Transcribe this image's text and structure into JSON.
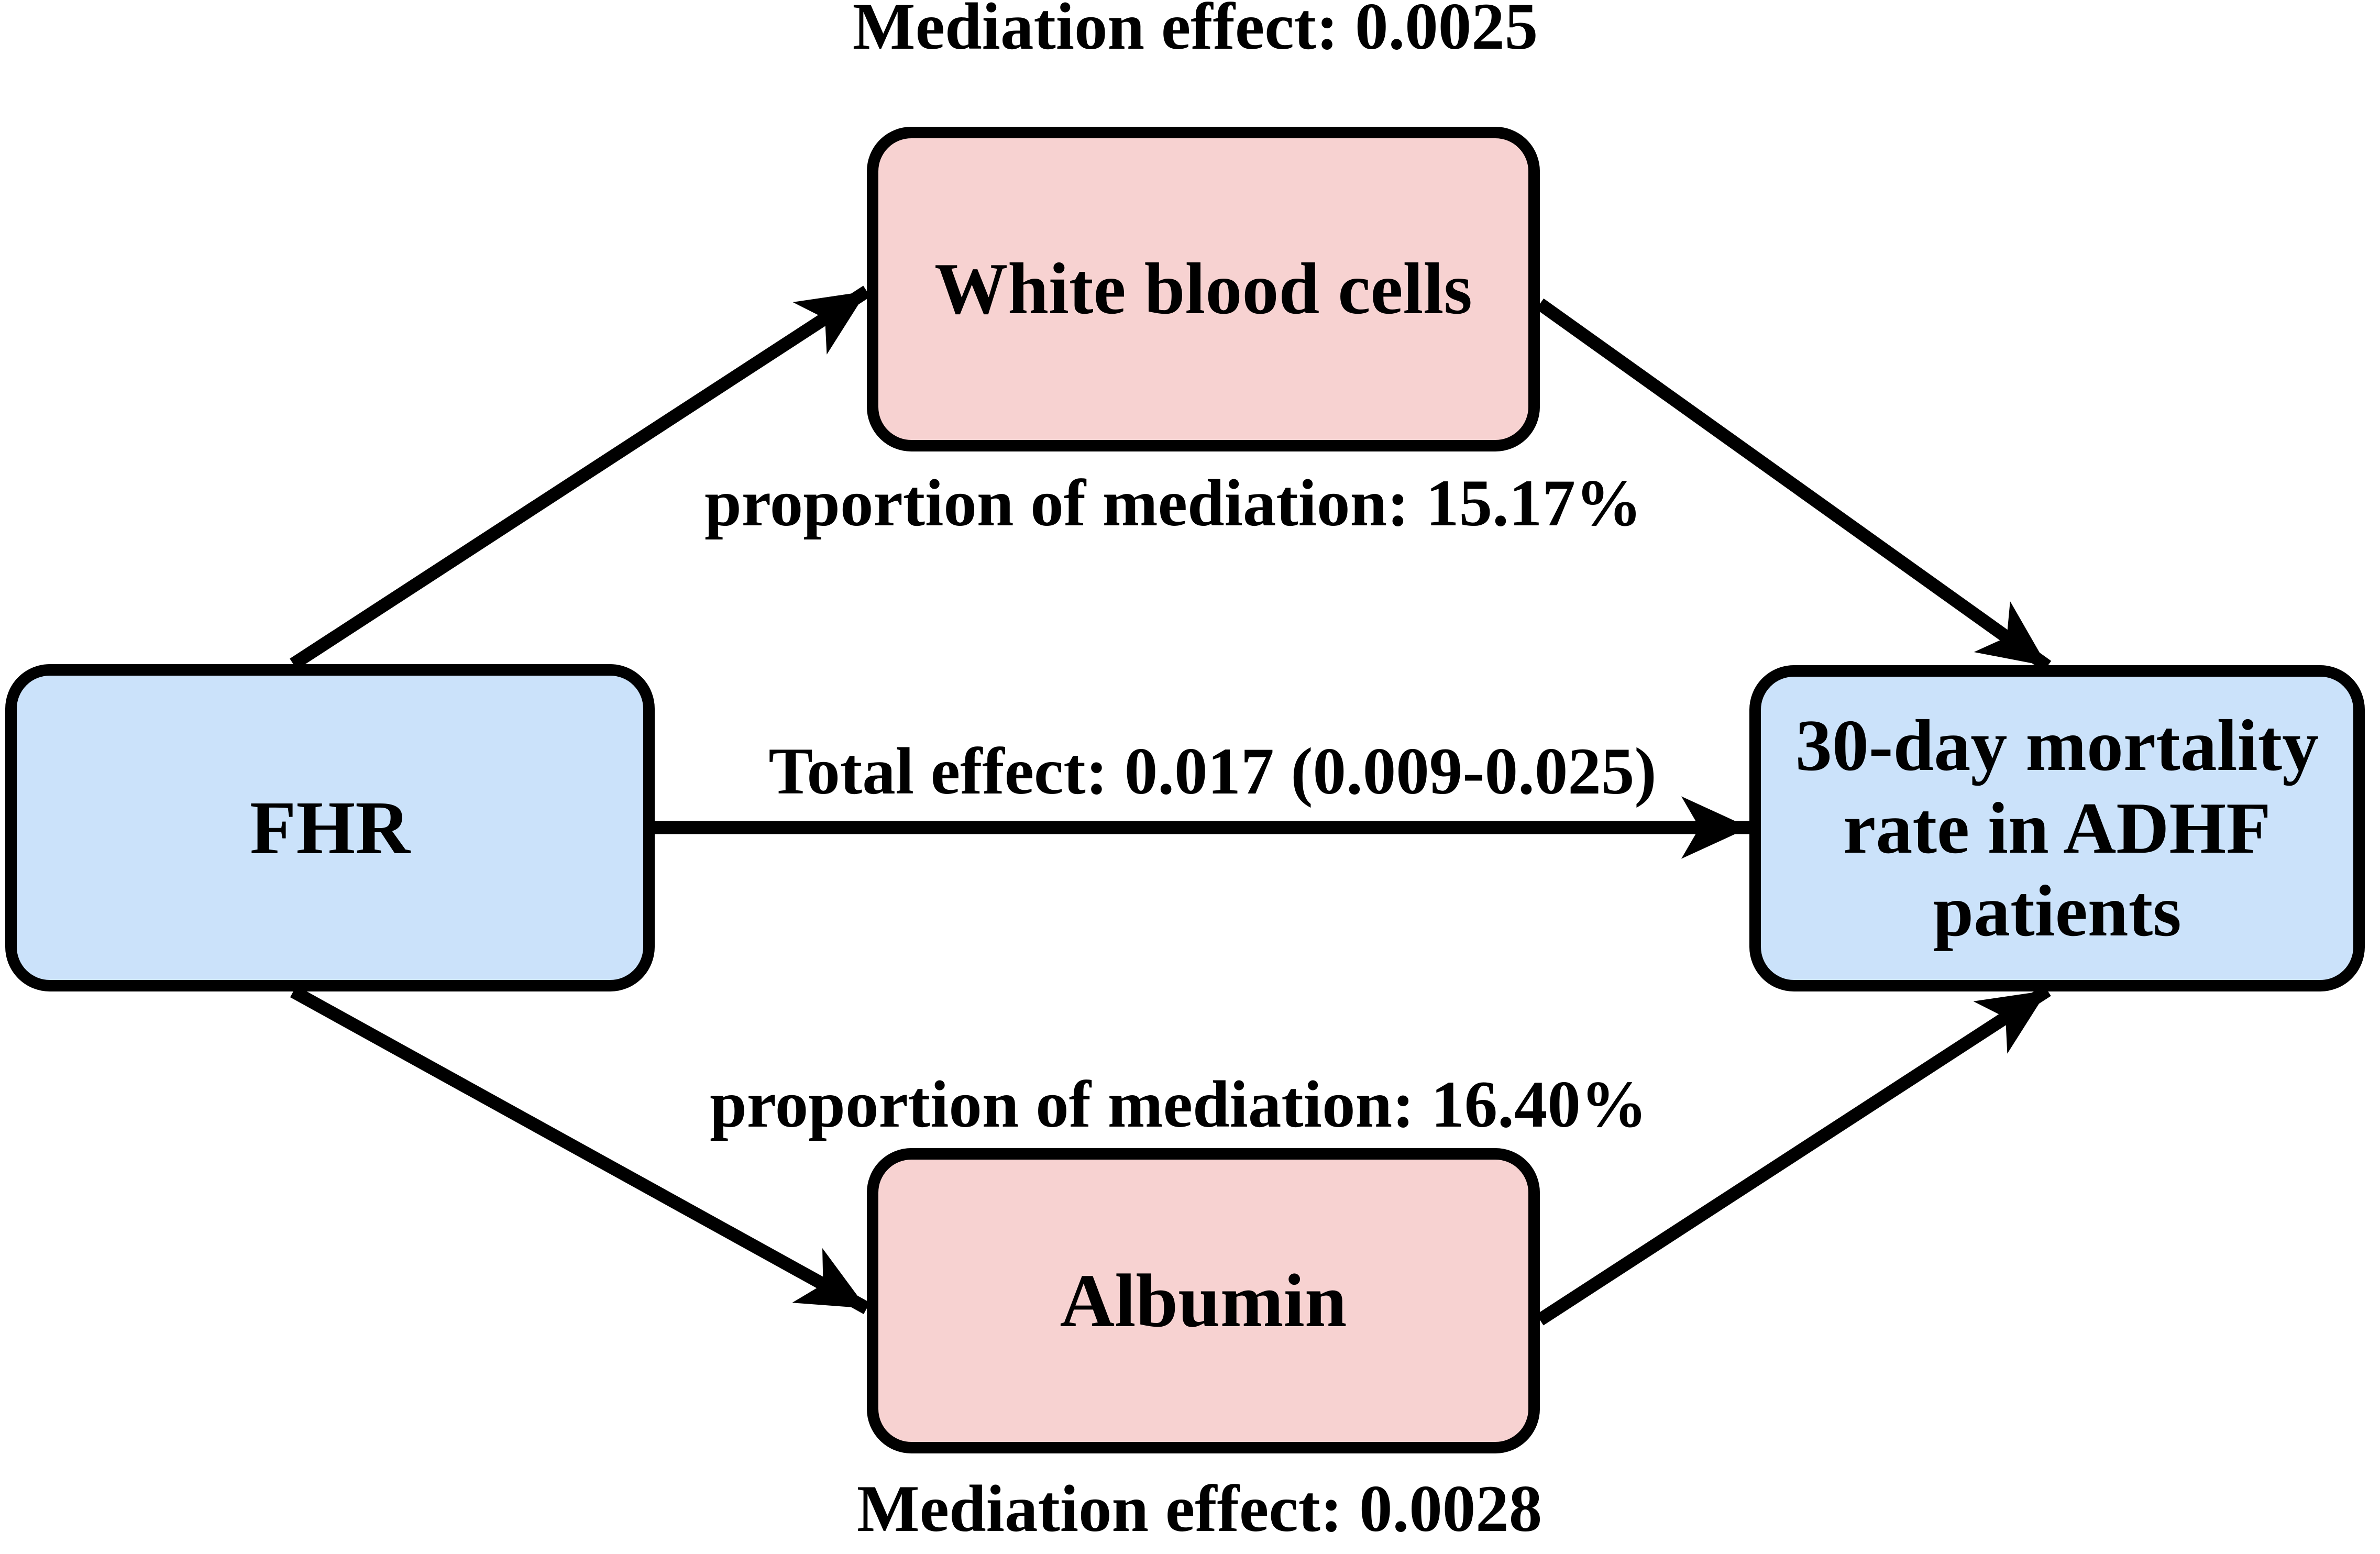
{
  "diagram": {
    "type": "mediation-analysis-diagram",
    "background": "#ffffff"
  },
  "nodes": {
    "exposure": {
      "label": "FHR",
      "fill": "#cbe2fa",
      "border": "#000000"
    },
    "mediator_top": {
      "label": "White blood cells",
      "fill": "#f7d2d1",
      "border": "#000000"
    },
    "mediator_bottom": {
      "label": "Albumin",
      "fill": "#f7d2d1",
      "border": "#000000"
    },
    "outcome": {
      "label": "30-day mortality rate in ADHF patients",
      "lines": [
        "30-day mortality",
        "rate in ADHF",
        "patients"
      ],
      "fill": "#cbe2fa",
      "border": "#000000"
    }
  },
  "annotations": {
    "mediation_effect_top": "Mediation effect: 0.0025",
    "proportion_top": "proportion of mediation: 15.17%",
    "total_effect": "Total effect: 0.017 (0.009-0.025)",
    "proportion_bottom": "proportion of mediation: 16.40%",
    "mediation_effect_bottom": "Mediation effect: 0.0028"
  },
  "edges": [
    {
      "name": "fhr-to-white-blood-cells"
    },
    {
      "name": "white-blood-cells-to-outcome"
    },
    {
      "name": "fhr-to-outcome-total-effect"
    },
    {
      "name": "fhr-to-albumin"
    },
    {
      "name": "albumin-to-outcome"
    }
  ],
  "colors": {
    "arrow": "#000000",
    "text": "#000000",
    "node_blue_fill": "#cbe2fa",
    "node_pink_fill": "#f7d2d1",
    "node_border": "#000000"
  }
}
